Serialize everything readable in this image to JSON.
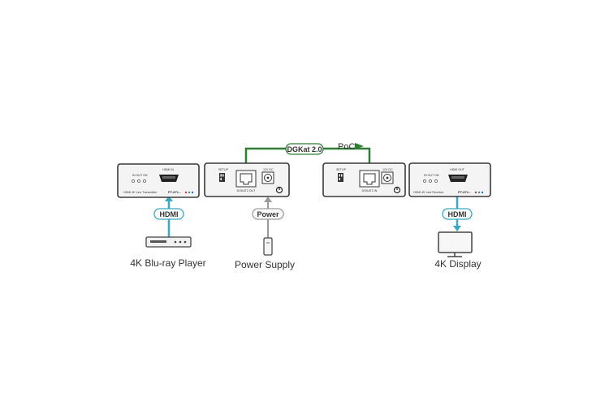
{
  "transmitter_front": {
    "port_label": "HDMI IN",
    "led_labels": "IN OUT ON",
    "model_desc": "HDMI 4K Line Transmitter",
    "model_code": "PT-871..."
  },
  "transmitter_back": {
    "setup_label": "SETUP",
    "rj45_label": "DGKAT2 OUT",
    "power_label": "12V DC"
  },
  "receiver_back": {
    "setup_label": "SETUP",
    "rj45_label": "DGKAT2 IN",
    "power_label": "12V DC"
  },
  "receiver_front": {
    "port_label": "HDMI OUT",
    "led_labels": "IN OUT ON",
    "model_desc": "HDMI 4K Line Receiver",
    "model_code": "PT-872..."
  },
  "cables": {
    "dgkat_label": "DGKat 2.0",
    "poc_label": "PoC",
    "hdmi_left_label": "HDMI",
    "power_label": "Power",
    "hdmi_right_label": "HDMI"
  },
  "devices": {
    "source_caption": "4K Blu-ray Player",
    "power_caption": "Power Supply",
    "display_caption": "4K Display"
  },
  "colors": {
    "dgkat_cable": "#2e7d32",
    "hdmi_cable": "#3aa8c1",
    "power_cable": "#9a9a9a",
    "chassis": "#3a3a3a"
  }
}
